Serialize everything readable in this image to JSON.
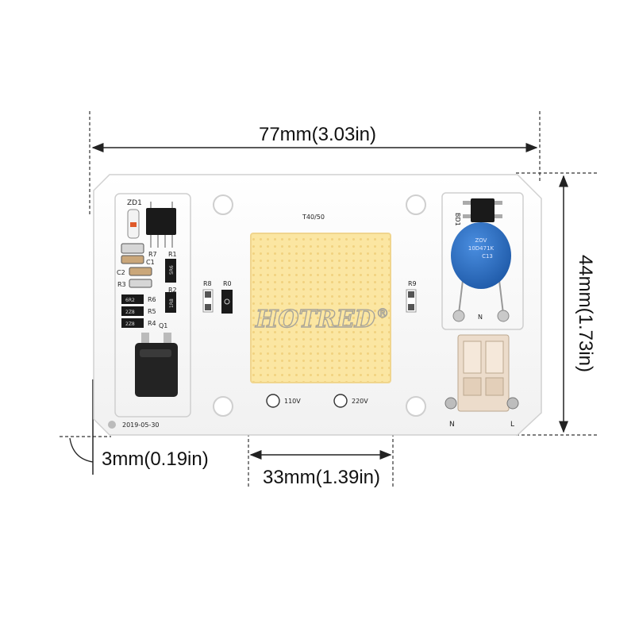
{
  "dimensions": {
    "width_label": "77mm(3.03in)",
    "height_label": "44mm(1.73in)",
    "chip_label": "33mm(1.39in)",
    "margin_label": "3mm(0.19in)"
  },
  "board": {
    "model_label": "T40/50",
    "date_label": "2019-05-30",
    "voltage_low": "110V",
    "voltage_high": "220V",
    "terminal_n": "N",
    "terminal_l": "L",
    "bridge_label": "BD1",
    "varistor_text_1": "ZOV",
    "varistor_text_2": "10D471K",
    "varistor_text_3": "C13",
    "varistor_n": "N",
    "components": {
      "zd1": "ZD1",
      "r7": "R7",
      "r1": "R1",
      "c1": "C1",
      "c2": "C2",
      "r3": "R3",
      "r6": "R6",
      "r5": "R5",
      "r4": "R4",
      "q1": "Q1",
      "r2": "R2",
      "r8": "R8",
      "r0": "R0",
      "r9": "R9"
    },
    "chip_codes": {
      "r1_code": "5R6",
      "r2_code": "1R8",
      "r6_code": "6R2",
      "r5_code": "2Z8",
      "r4_code": "2Z8"
    }
  },
  "watermark": {
    "brand": "HOTRED",
    "registered": "®"
  },
  "colors": {
    "board": "#fbfbfb",
    "led_chip": "#fbe6a2",
    "varistor": "#2e6fc4",
    "terminal": "#e9d9c8",
    "dimension_line": "#222222"
  }
}
